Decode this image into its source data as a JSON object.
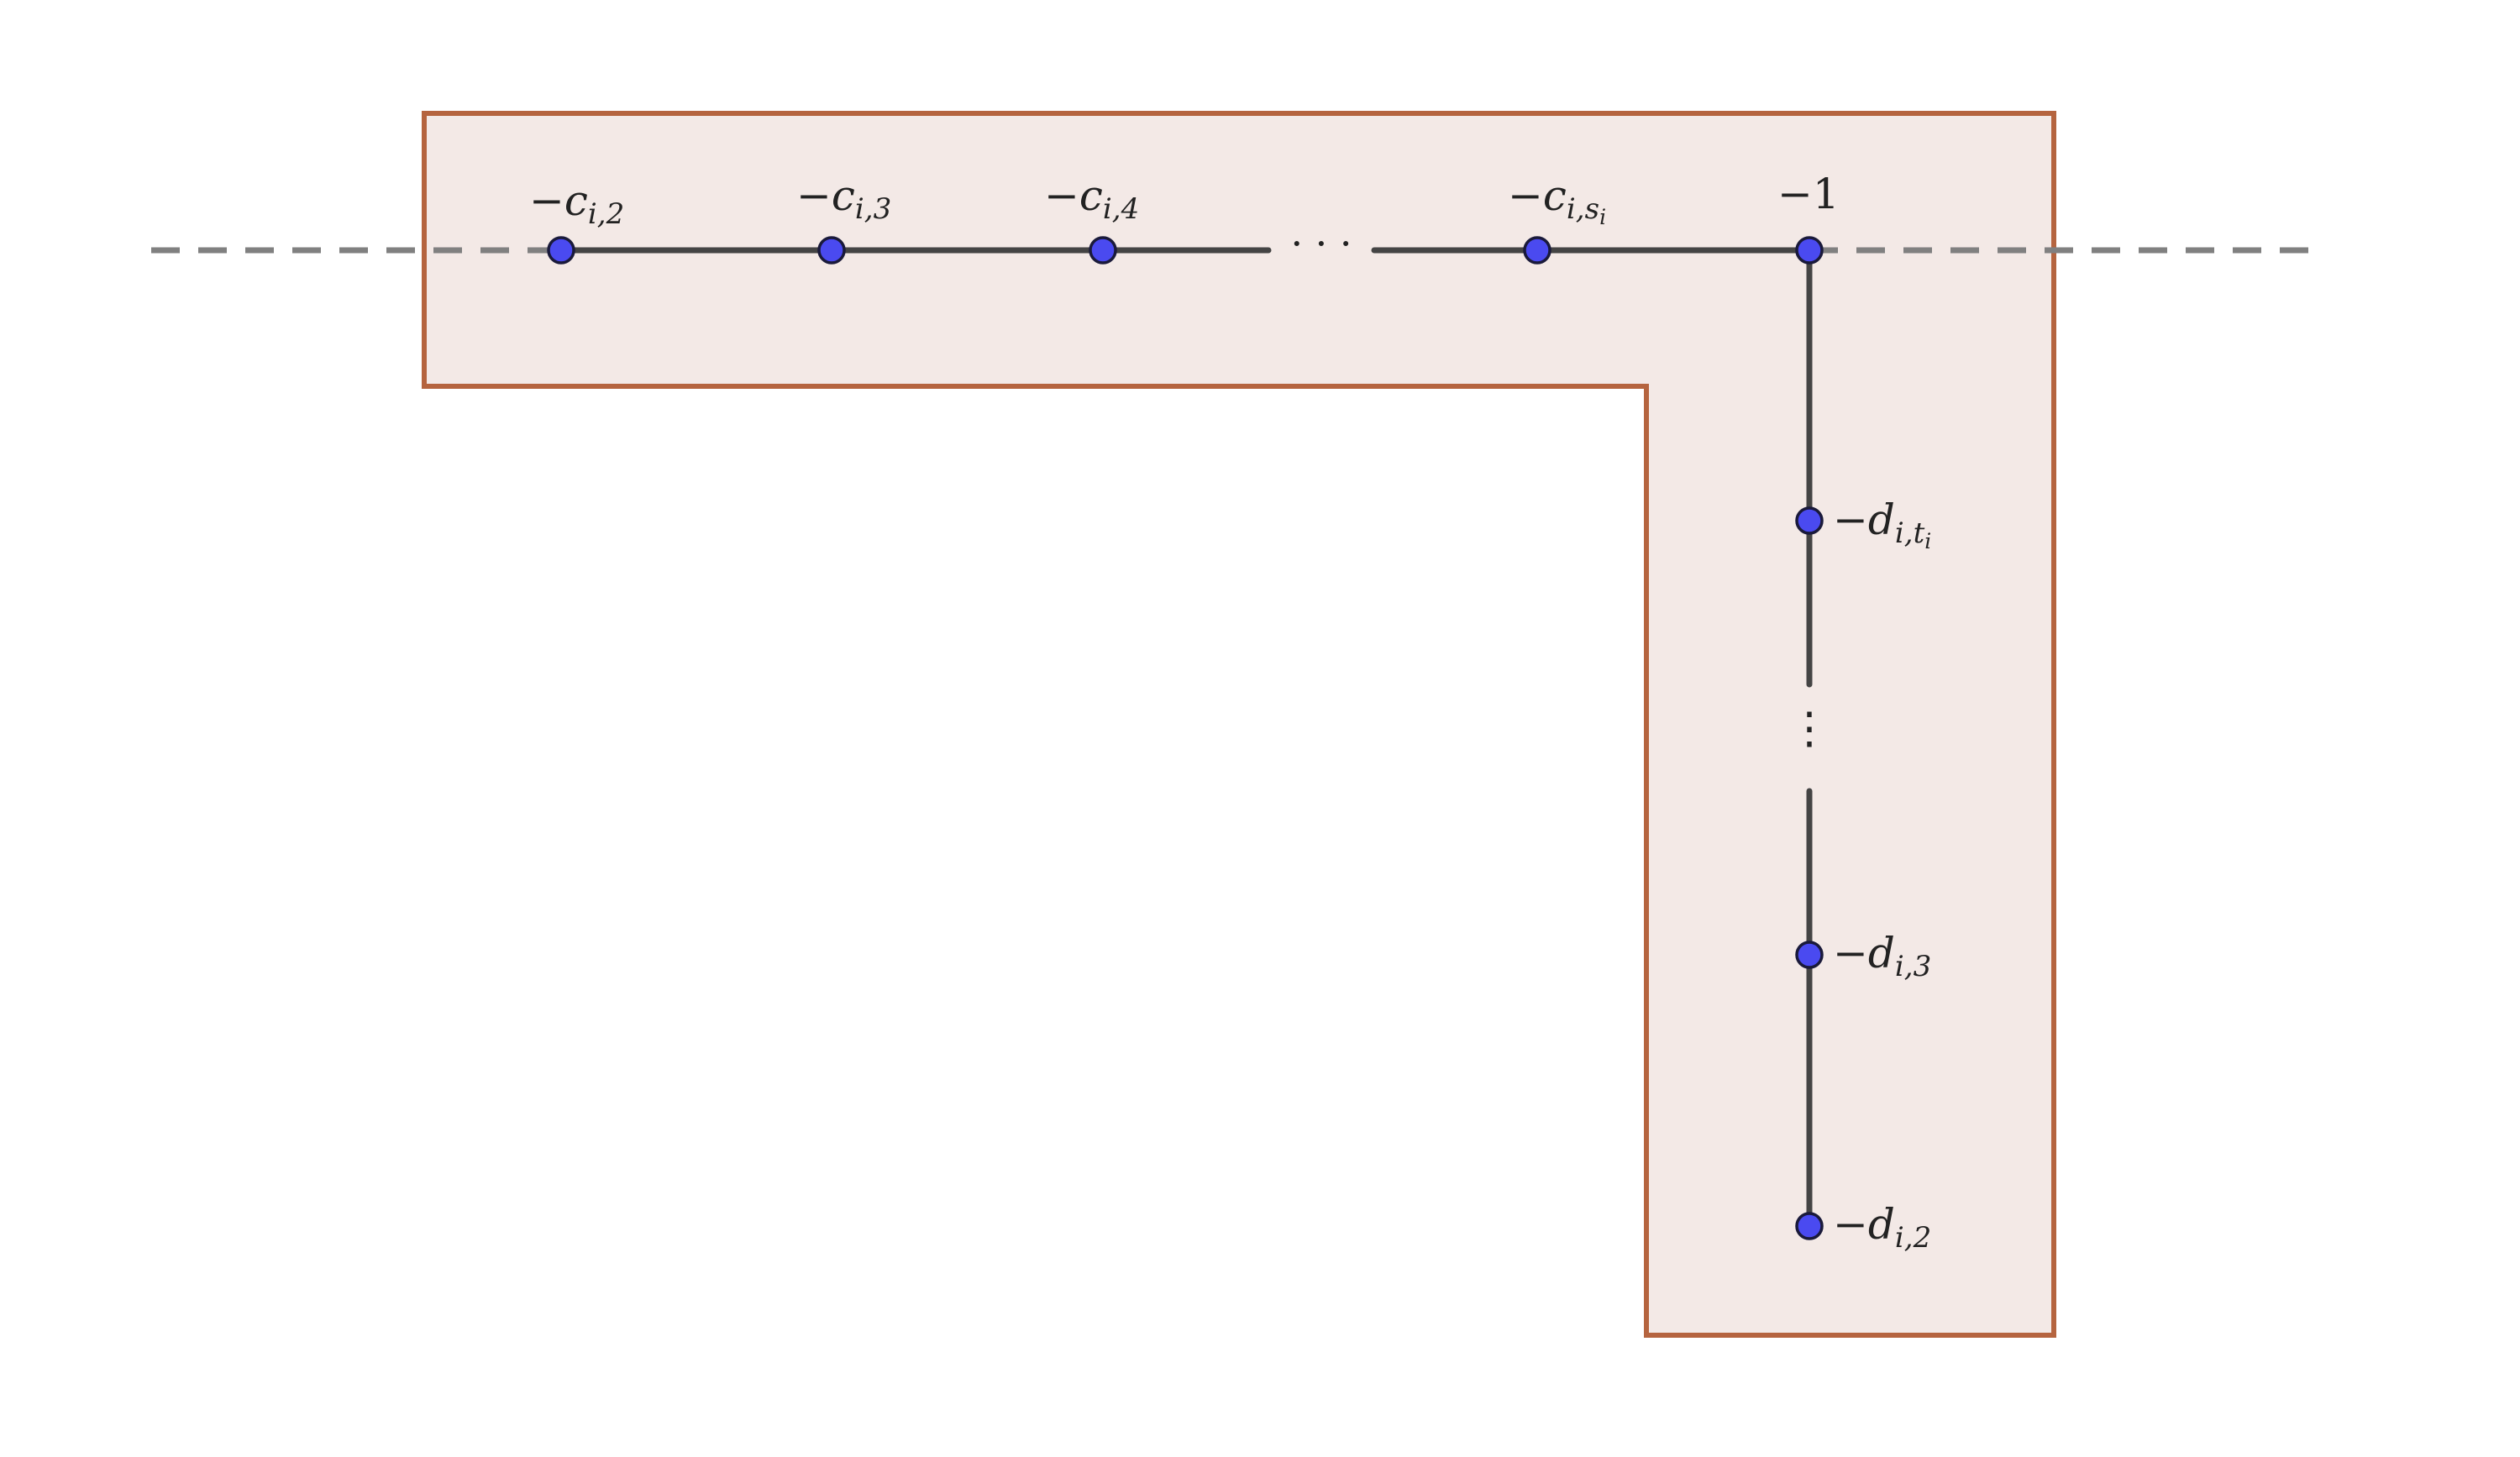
{
  "diagram": {
    "colors": {
      "region_fill": "#f3e9e6",
      "region_border": "#b5643f",
      "solid_line": "#444444",
      "dashed_line": "#808080",
      "node_fill": "#4a4af0",
      "node_stroke": "#1a1a3a",
      "text": "#222222"
    },
    "horizontal_chain": {
      "nodes": [
        {
          "prefix": "−",
          "base": "c",
          "sub": "i,2",
          "subsub": ""
        },
        {
          "prefix": "−",
          "base": "c",
          "sub": "i,3",
          "subsub": ""
        },
        {
          "prefix": "−",
          "base": "c",
          "sub": "i,4",
          "subsub": ""
        },
        {
          "prefix": "−",
          "base": "c",
          "sub": "i,s",
          "subsub": "i"
        },
        {
          "prefix": "",
          "base": "−1",
          "sub": "",
          "subsub": ""
        }
      ],
      "ellipsis": "· · ·"
    },
    "vertical_chain": {
      "nodes": [
        {
          "prefix": "−",
          "base": "d",
          "sub": "i,t",
          "subsub": "i"
        },
        {
          "prefix": "−",
          "base": "d",
          "sub": "i,3",
          "subsub": ""
        },
        {
          "prefix": "−",
          "base": "d",
          "sub": "i,2",
          "subsub": ""
        }
      ],
      "ellipsis": "⋮"
    }
  }
}
